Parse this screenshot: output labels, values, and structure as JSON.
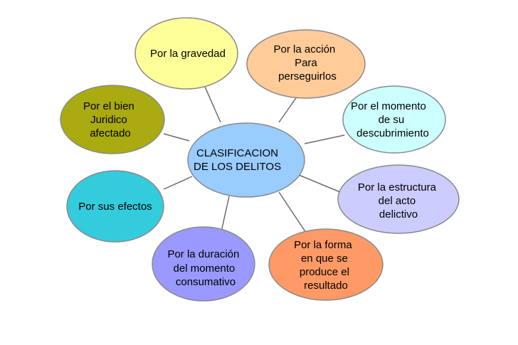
{
  "center": {
    "lines": [
      "CLASIFICACION",
      "DE LOS DELITOS"
    ],
    "color": "#99ccff"
  },
  "nodes": [
    {
      "id": "gravedad",
      "lines": [
        "Por la gravedad"
      ],
      "color": "#ffff99"
    },
    {
      "id": "accion",
      "lines": [
        "Por la acción",
        "Para",
        "perseguirlos"
      ],
      "color": "#ffcc99"
    },
    {
      "id": "momento-descubrimiento",
      "lines": [
        "Por el momento",
        "de su",
        "descubrimiento"
      ],
      "color": "#ccffff"
    },
    {
      "id": "estructura",
      "lines": [
        "Por la estructura",
        "del acto",
        "delictivo"
      ],
      "color": "#ccccff"
    },
    {
      "id": "forma",
      "lines": [
        "Por la forma",
        "en que se",
        "produce el",
        "resultado"
      ],
      "color": "#ff9966"
    },
    {
      "id": "duracion",
      "lines": [
        "Por la duración",
        "del momento",
        "consumativo"
      ],
      "color": "#9999ff"
    },
    {
      "id": "efectos",
      "lines": [
        "Por sus efectos"
      ],
      "color": "#33ccdd"
    },
    {
      "id": "bien-juridico",
      "lines": [
        "Por el bien",
        "Juridico",
        "afectado"
      ],
      "color": "#aaaa11"
    }
  ]
}
